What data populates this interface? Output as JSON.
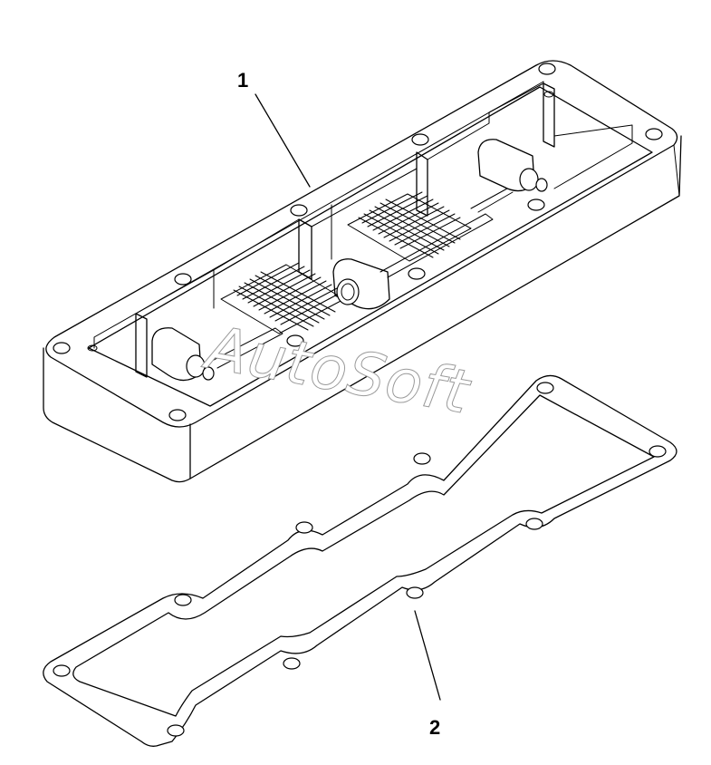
{
  "callouts": [
    {
      "id": "1",
      "label": "1"
    },
    {
      "id": "2",
      "label": "2"
    }
  ],
  "watermark": "AutoSoft",
  "colors": {
    "line": "#000000",
    "background": "#ffffff",
    "watermark_outline": "#9a9a9a"
  }
}
